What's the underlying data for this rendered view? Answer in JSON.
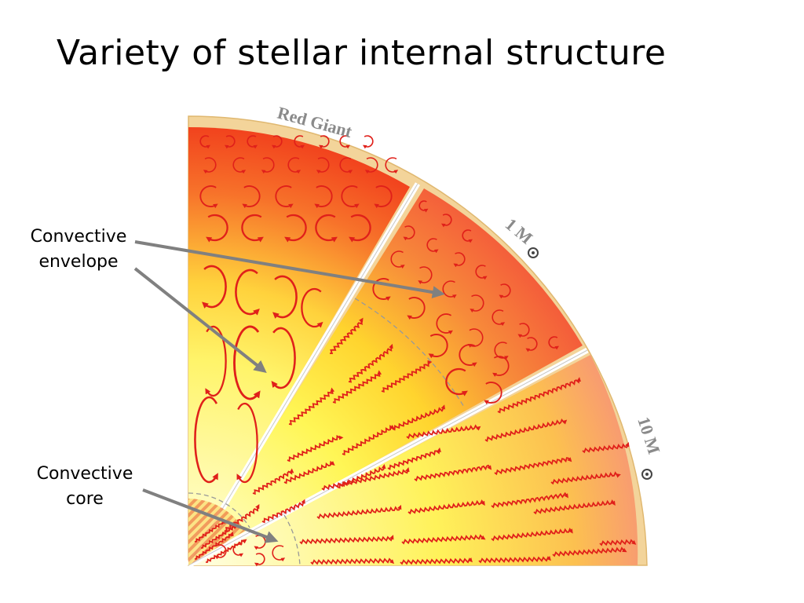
{
  "title": "Variety of stellar internal structure",
  "labels": {
    "convective_envelope": [
      "Convective",
      "envelope"
    ],
    "convective_core": [
      "Convective",
      "core"
    ]
  },
  "sector_labels": {
    "red_giant": "Red Giant",
    "one_solar_mass": "1 M",
    "ten_solar_mass": "10 M"
  },
  "colors": {
    "convection_arrow": "#e0201a",
    "pointer_arrow": "#808080",
    "rim": "#f3d49a",
    "hot_red": "#f23a1a",
    "warm_yellow": "#fff54a",
    "pale_yellow": "#ffffd6"
  },
  "icons": [
    "sun-symbol-icon"
  ]
}
